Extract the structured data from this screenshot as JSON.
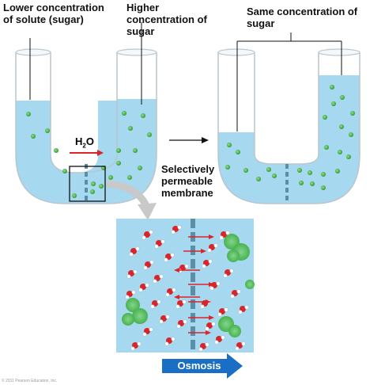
{
  "labels": {
    "lower": "Lower concentration of solute (sugar)",
    "higher": "Higher concentration of sugar",
    "same": "Same concentration of sugar",
    "membrane": "Selectively permeable membrane",
    "water": "H",
    "water_sub": "2",
    "water_tail": "O",
    "osmosis": "Osmosis",
    "credit": "© 2011 Pearson Education, Inc."
  },
  "colors": {
    "solution": "#a6d8f0",
    "solution_edge": "#8ccbe9",
    "tube_glass": "#f4f8fa",
    "membrane": "#5b8fa8",
    "sugar": "#48b948",
    "water_oxygen": "#d9242a",
    "arrow_red": "#d9242a",
    "osmosis_arrow": "#1a6fc4"
  }
}
